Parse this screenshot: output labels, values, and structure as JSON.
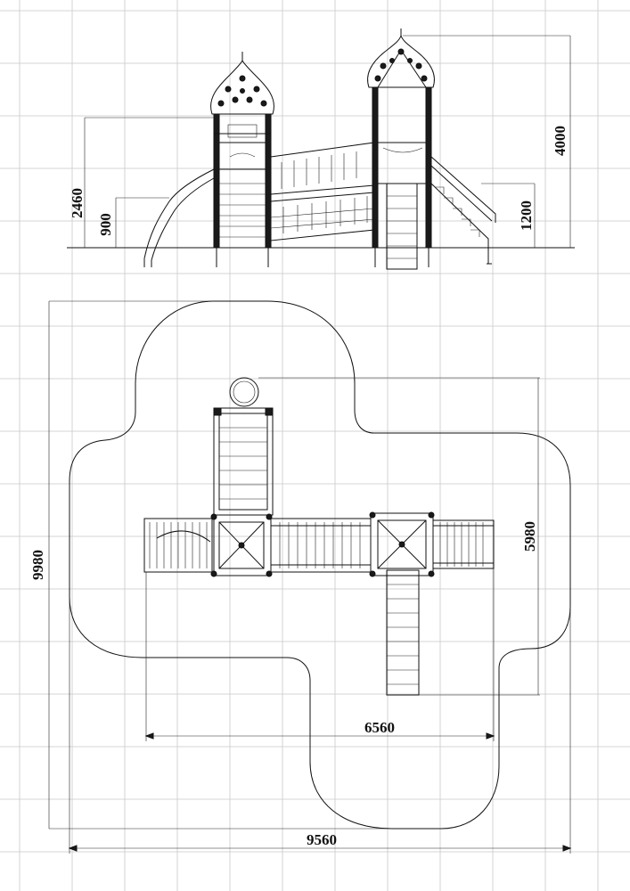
{
  "drawing": {
    "colors": {
      "line": "#111111",
      "grid": "#c8c8c8",
      "background": "#ffffff"
    },
    "elevation_dimensions": {
      "platform_left_height": "2460",
      "low_deck_height": "900",
      "right_stair_height": "1200",
      "total_height": "4000"
    },
    "plan_dimensions": {
      "overall_depth": "9980",
      "overall_width": "9560",
      "structure_length": "6560",
      "structure_depth": "5980"
    }
  }
}
